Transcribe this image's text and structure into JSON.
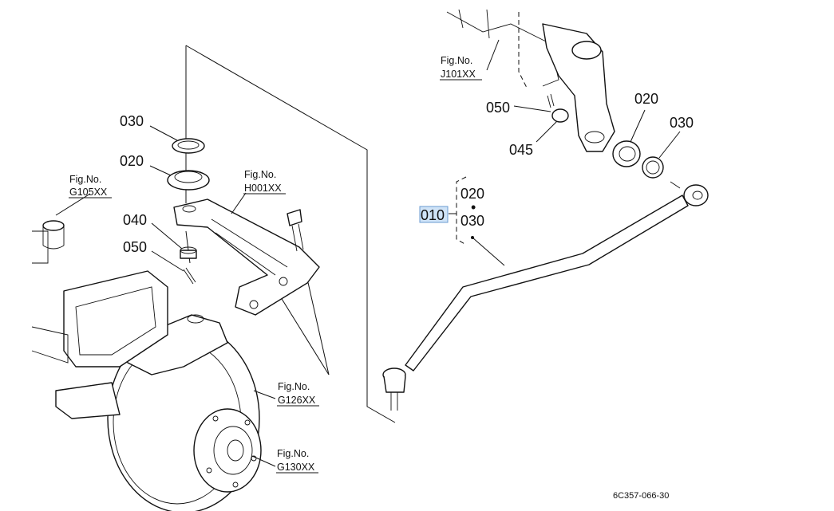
{
  "callouts": {
    "c030_left": "030",
    "c020_left": "020",
    "c040_left": "040",
    "c050_left": "050",
    "c050_right": "050",
    "c045_right": "045",
    "c020_right": "020",
    "c030_right": "030",
    "c010": "010",
    "c020_group": "020",
    "c030_group": "030",
    "dot": "•"
  },
  "figure_refs": [
    {
      "line1": "Fig.No.",
      "line2": "G105XX"
    },
    {
      "line1": "Fig.No.",
      "line2": "H001XX"
    },
    {
      "line1": "Fig.No.",
      "line2": "J101XX"
    },
    {
      "line1": "Fig.No.",
      "line2": "G126XX"
    },
    {
      "line1": "Fig.No.",
      "line2": "G130XX"
    }
  ],
  "diagram_id": "6C357-066-30",
  "colors": {
    "highlight_fill": "#cfe3f7",
    "highlight_border": "#6b9bd1",
    "line": "#111111"
  }
}
